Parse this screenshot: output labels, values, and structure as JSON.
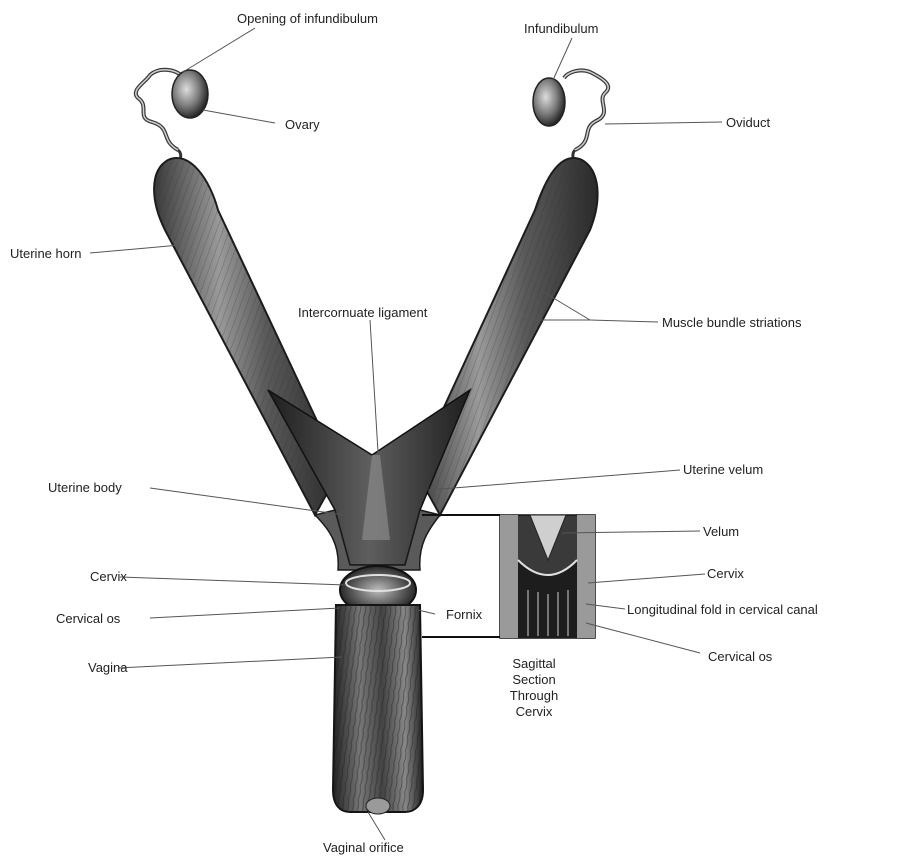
{
  "labels": {
    "opening_of_infundibulum": "Opening of infundibulum",
    "infundibulum": "Infundibulum",
    "ovary": "Ovary",
    "oviduct": "Oviduct",
    "uterine_horn": "Uterine horn",
    "intercornuate_ligament": "Intercornuate ligament",
    "muscle_bundle_striations": "Muscle bundle striations",
    "uterine_velum": "Uterine velum",
    "uterine_body": "Uterine body",
    "velum": "Velum",
    "cervix_main": "Cervix",
    "cervix_inset": "Cervix",
    "cervical_os_main": "Cervical os",
    "cervical_os_inset": "Cervical os",
    "fornix": "Fornix",
    "longitudinal_fold": "Longitudinal fold in cervical canal",
    "vagina": "Vagina",
    "vaginal_orifice": "Vaginal orifice",
    "section_caption": [
      "Sagittal",
      "Section",
      "Through",
      "Cervix"
    ]
  },
  "colors": {
    "tissue_dark": "#2b2b2b",
    "tissue_mid": "#6f6f6f",
    "tissue_light": "#cfcfcf",
    "leader_line": "#555555"
  }
}
